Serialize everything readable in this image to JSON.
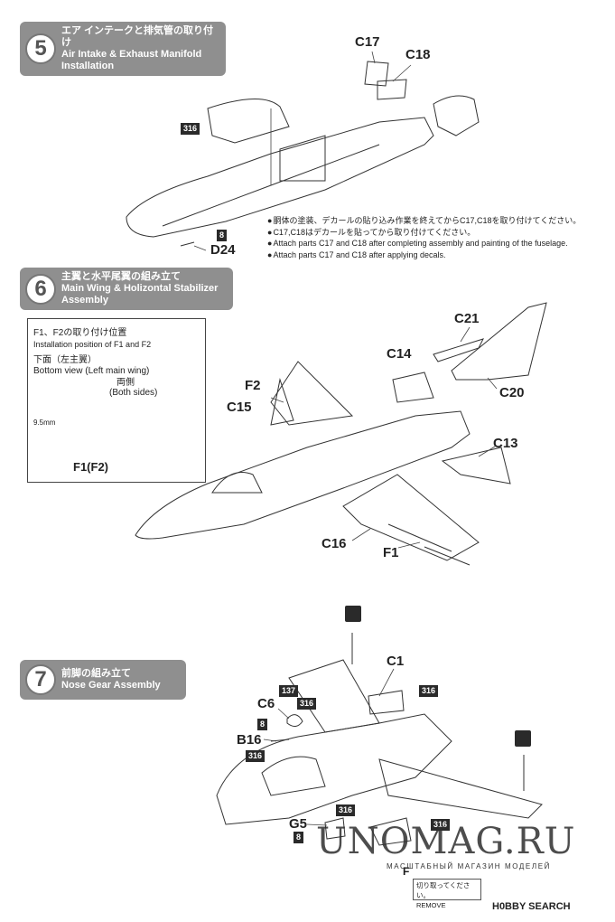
{
  "steps": [
    {
      "number": "5",
      "title_jp": "エア インテークと排気管の取り付け",
      "title_en": "Air Intake & Exhaust Manifold Installation"
    },
    {
      "number": "6",
      "title_jp": "主翼と水平尾翼の組み立て",
      "title_en": "Main Wing & Holizontal Stabilizer Assembly"
    },
    {
      "number": "7",
      "title_jp": "前脚の組み立て",
      "title_en": "Nose Gear Assembly"
    }
  ],
  "step5": {
    "parts": [
      "C17",
      "C18",
      "D24"
    ],
    "chips": [
      "316",
      "8"
    ],
    "notes": [
      "胴体の塗装、デカールの貼り込み作業を終えてからC17,C18を取り付けてください。",
      "C17,C18はデカールを貼ってから取り付けてください。",
      "Attach parts C17 and C18 after completing assembly and painting of the fuselage.",
      "Attach parts C17 and C18 after applying decals."
    ]
  },
  "step6": {
    "parts": [
      "C21",
      "C14",
      "F2",
      "C15",
      "C20",
      "C13",
      "C16",
      "F1"
    ],
    "inset": {
      "line1_jp": "F1、F2の取り付け位置",
      "line1_en": "Installation position of F1 and F2",
      "line2_jp": "下面（左主翼）",
      "line2_en": "Bottom view (Left main wing)",
      "both_jp": "両側",
      "both_en": "(Both sides)",
      "measure": "9.5mm",
      "part": "F1(F2)"
    }
  },
  "step7": {
    "parts": [
      "C1",
      "C6",
      "B16",
      "G5"
    ],
    "chips": [
      "137",
      "316",
      "8",
      "316",
      "316",
      "316",
      "316",
      "8"
    ],
    "remove_jp": "切り取ってください。",
    "remove_en": "REMOVE",
    "remove_prefix": "F"
  },
  "watermark": {
    "text": "UNOMAG.RU",
    "sub": "МАСШТАБНЫЙ МАГАЗИН МОДЕЛЕЙ"
  },
  "brand": "H0BBY SEARCH",
  "colors": {
    "banner": "#8f8f8f",
    "chip": "#2a2a2a",
    "line": "#333333"
  }
}
